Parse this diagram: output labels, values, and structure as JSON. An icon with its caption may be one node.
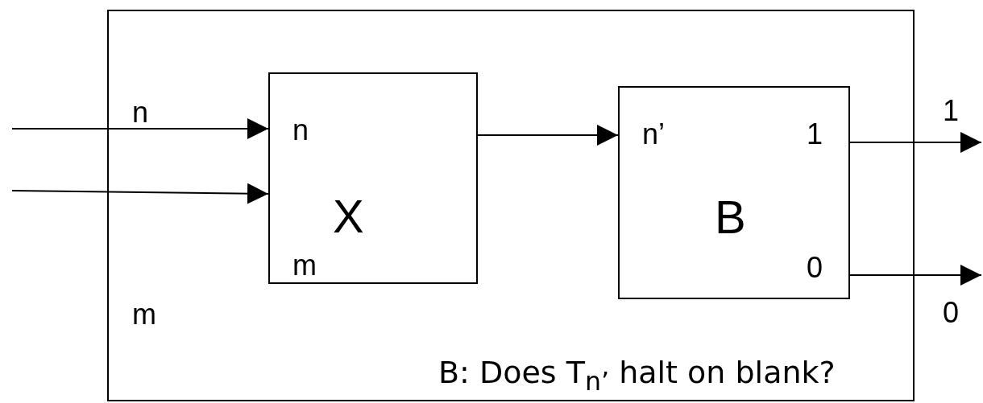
{
  "diagram": {
    "nodes": [
      {
        "text": [
          "B: Does T$_{n’}$ halt on blank?"
        ]
      },
      {
        "text": [
          "n",
          "X",
          "m"
        ],
        "in": 0
      },
      {
        "text": [
          "n’",
          "1",
          "B",
          "0"
        ],
        "in": 0
      }
    ],
    "edges": [
      {
        "from": null,
        "to": 1,
        "arrow": "to",
        "label": "n"
      },
      {
        "from": null,
        "to": 1,
        "arrow": "to",
        "label": "m"
      },
      {
        "from": 1,
        "to": 2,
        "arrow": "to"
      },
      {
        "from": 2,
        "to": null,
        "arrow": "to",
        "label": "1"
      },
      {
        "from": 2,
        "to": null,
        "arrow": "to",
        "label": "0"
      }
    ]
  }
}
